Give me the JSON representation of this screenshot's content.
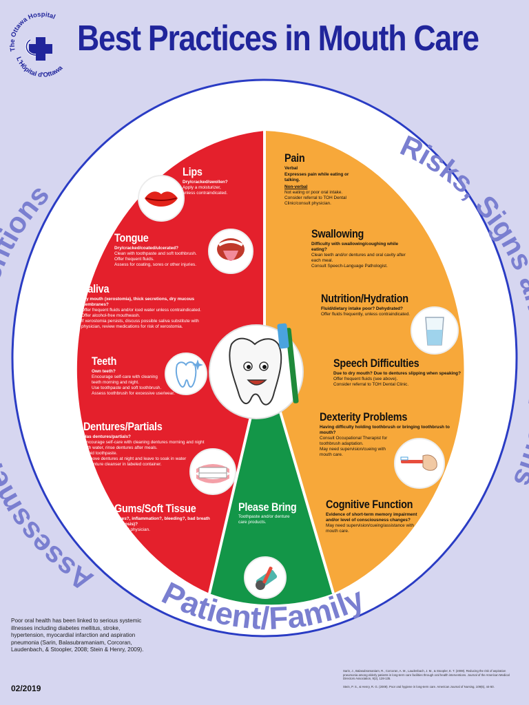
{
  "header": {
    "title": "Best Practices in Mouth Care",
    "logo_text_en": "The Ottawa Hospital",
    "logo_text_fr": "L'Hôpital d'Ottawa"
  },
  "ring": {
    "left": "Assessments and Interventions",
    "right": "Risks, Signs and Symptoms",
    "bottom": "Patient/Family"
  },
  "colors": {
    "background": "#d6d6f0",
    "title_blue": "#20259b",
    "ring_text": "#7a7fd0",
    "red": "#e4202c",
    "orange": "#f7a83a",
    "green": "#139648"
  },
  "left_sections": [
    {
      "title": "Lips",
      "question": "Dry/cracked/swollen?",
      "text": "Apply a moisturizer,\nunless contraindicated.",
      "icon": "lips-icon"
    },
    {
      "title": "Tongue",
      "question": "Dry/cracked/coated/ulcerated?",
      "text": "Clean with toothpaste and soft toothbrush.\nOffer frequent fluids.\nAssess for coating, sores or other injuries.",
      "icon": "tongue-icon"
    },
    {
      "title": "Saliva",
      "question": "Dry mouth (xerostomia), thick secretions, dry mucous\nmembranes?",
      "text": "Offer frequent fluids and/or iced water unless contraindicated.\nOffer alcohol-free mouthwash.\nIf xerostomia persists, discuss possible saliva substitute with\nphysician, review medications for risk of xerostomia.",
      "icon": ""
    },
    {
      "title": "Teeth",
      "question": "Own teeth?",
      "text": "Encourage self-care with cleaning\nteeth morning and night.\nUse toothpaste and soft toothbrush.\nAssess toothbrush for excessive use/wear.",
      "icon": "sparkling-tooth-icon"
    },
    {
      "title": "Dentures/Partials",
      "question": "Has dentures/partials?",
      "text": "Encourage self-care with cleaning dentures morning and night\nwith water, rinse dentures after meals.\nAvoid toothpaste.\nRemove dentures at night and leave to soak in water\nor denture cleanser in labeled container.",
      "icon": "dentures-icon"
    },
    {
      "title": "Gums/Soft Tissue",
      "question": "Sores?, inflammation?, bleeding?, bad breath\n(halitosis)?",
      "text": "Consult physician.",
      "icon": ""
    }
  ],
  "center_section": {
    "title": "Please Bring",
    "text": "Toothpaste and/or denture\ncare products.",
    "icon": "toothpaste-toothbrush-icon"
  },
  "right_sections": [
    {
      "title": "Pain",
      "question": "Verbal",
      "text": "Expresses pain while eating or\ntalking.",
      "question2": "Non-verbal",
      "text2": "Not eating or poor oral intake.\nConsider referral to TOH Dental\nClinic/consult physician.",
      "icon": ""
    },
    {
      "title": "Swallowing",
      "question": "Difficulty with swallowing/coughing while\neating?",
      "text": "Clean teeth and/or dentures and oral cavity after\neach meal.\nConsult Speech-Language Pathologist.",
      "icon": ""
    },
    {
      "title": "Nutrition/Hydration",
      "question": "Fluid/dietary intake poor? Dehydrated?",
      "text": "Offer fluids frequently, unless contraindicated.",
      "icon": "water-glass-icon"
    },
    {
      "title": "Speech Difficulties",
      "question": "Due to dry mouth? Due to dentures slipping when speaking?",
      "text": "Offer frequent fluids (see above).\nConsider referral to TOH Dental Clinic.",
      "icon": ""
    },
    {
      "title": "Dexterity Problems",
      "question": "Having difficulty holding toothbrush or bringing toothbrush to\nmouth?",
      "text": "Consult Occupational Therapist for\ntoothbrush adaptation.\nMay need supervision/cueing with\nmouth care.",
      "icon": "hand-toothbrush-icon"
    },
    {
      "title": "Cognitive Function",
      "question": "Evidence of short-term memory impairment\nand/or level of consciousness changes?",
      "text": "May need supervision/cueing/assistance with\nmouth care.",
      "icon": ""
    }
  ],
  "footer": {
    "note": "Poor oral health has been linked to serious systemic illnesses including diabetes mellitus, stroke, hypertension, myocardial infarction and aspiration pneumonia (Sarin, Balasubramaniam, Corcoran, Laudenbach, & Stoopler, 2008; Stein & Henry, 2009).",
    "date": "02/2019",
    "ref1": "Sarin, J., Balasubramaniam, R., Corcoran, A. M., Laudenbach, J. M., & Stoopler, E. T. (2008). Reducing the risk of aspiration pneumonia among elderly patients in long-term care facilities through oral health interventions. Journal of the American Medical Directors Association, 9(2), 128-135.",
    "ref2": "Stein, P. S., & Henry, R. G. (2009). Poor oral hygiene in long-term care. American Journal of Nursing, 109(6), 44-50."
  }
}
